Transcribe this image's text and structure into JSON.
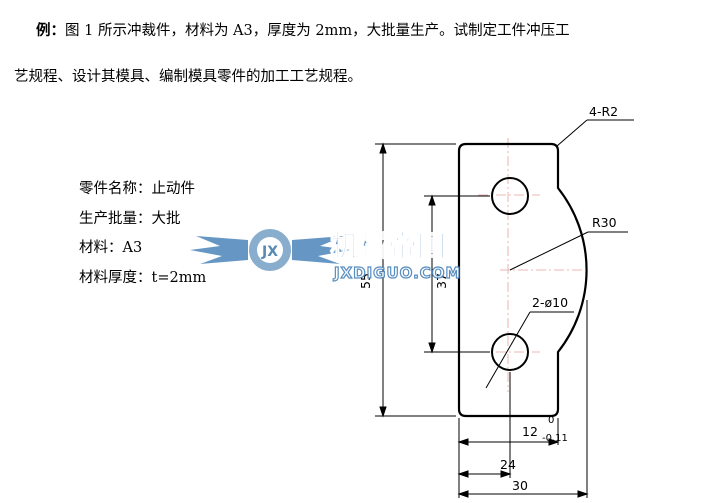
{
  "intro": {
    "lead": "例：",
    "line1": "图 1 所示冲裁件，材料为 A3，厚度为 2mm，大批量生产。试制定工件冲压工",
    "line2": "艺规程、设计其模具、编制模具零件的加工工艺规程。"
  },
  "part_info": {
    "name": "零件名称：止动件",
    "batch": "生产批量：大批",
    "material": "材料：A3",
    "thickness": "材料厚度：t=2mm"
  },
  "drawing": {
    "corner_radius": "4-R2",
    "arc_radius": "R30",
    "holes": "2-ø10",
    "dim_overall_height": "55",
    "dim_hole_spacing": "37",
    "dim_width_base": "12",
    "tol_upper": "0",
    "tol_lower": "-0.11",
    "dim_width_24": "24",
    "dim_width_30": "30"
  },
  "watermark": {
    "title": "机械帝国",
    "url": "JXDIGUO.COM"
  }
}
